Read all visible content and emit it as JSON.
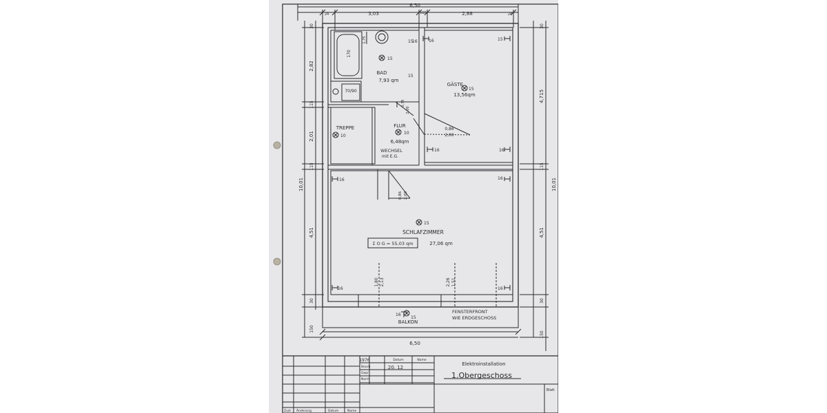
{
  "plan": {
    "overall_width_top": "6,50",
    "overall_width_bottom": "6,50",
    "overall_depth_left": "10,01",
    "overall_depth_right": "10,01",
    "top_dims": {
      "left_wall": "24",
      "bad_width": "3,03",
      "mid_wall": "115",
      "gaeste_width": "2,88",
      "right_wall": "24"
    },
    "left_dims": {
      "top_wall": "30",
      "upper": "2,82",
      "wall_a": "115",
      "flur": "2,01",
      "wall_b": "115",
      "lower": "4,51",
      "bottom_wall": "30",
      "balkon": "150"
    },
    "right_dims": {
      "top_wall": "30",
      "upper": "4,715",
      "wall": "115",
      "lower": "4,51",
      "bottom_wall": "30",
      "balkon": "150"
    },
    "rooms": {
      "bad": {
        "name": "BAD",
        "area": "7,93 qm",
        "tub_label": "170",
        "sink_label": "70/90",
        "toilet_note": "1,75",
        "light": "15"
      },
      "gaeste": {
        "name": "GÄSTE",
        "area": "13,56qm",
        "light": "15"
      },
      "treppe": {
        "name": "TREPPE",
        "light": "10"
      },
      "flur": {
        "name": "FLUR",
        "area": "6,48qm",
        "light": "10",
        "door_dim_top": "0,86",
        "door_dim_bottom": "2,00"
      },
      "wechsel": {
        "line1": "WECHSEL",
        "line2": "mit E.G."
      },
      "schlafzimmer": {
        "name": "SCHLAFZIMMER",
        "area": "27,06 qm",
        "light": "15"
      },
      "balkon": {
        "name": "BALKON",
        "light": "15",
        "socket": "16"
      }
    },
    "door_dims": {
      "gaeste_door_top": "0,86",
      "gaeste_door_bottom": "2,00",
      "bath_door_top": "0,75",
      "bath_door_bottom": "2,00",
      "bed_door_top": "0,86",
      "bed_door_bottom": "2,00"
    },
    "window_dims": {
      "w1_top": "1,80",
      "w1_bottom": "2,13",
      "w2_top": "2,26",
      "w2_bottom": "1,51"
    },
    "outlet_label": "16",
    "switch_label": "15",
    "total_area": "Σ O G = 55,03 qm",
    "facade_note_line1": "FENSTERFRONT",
    "facade_note_line2": "WIE ERDGESCHOSS"
  },
  "title_block": {
    "year": "1976",
    "col_datum": "Datum",
    "col_name": "Name",
    "row_bearb": "Bearb",
    "bearb_date": "20. 12",
    "row_gepr": "Gepr",
    "row_norm": "Norm",
    "project": "Elektroinstallation",
    "drawing_title": "1.Obergeschoss",
    "blatt": "Blatt",
    "rev_zust": "Zust",
    "rev_aenderung": "Änderung",
    "rev_datum": "Datum",
    "rev_name": "Name"
  },
  "colors": {
    "paper": "#e7e7ea",
    "ink": "#2a2a2e",
    "background": "#ffffff"
  }
}
